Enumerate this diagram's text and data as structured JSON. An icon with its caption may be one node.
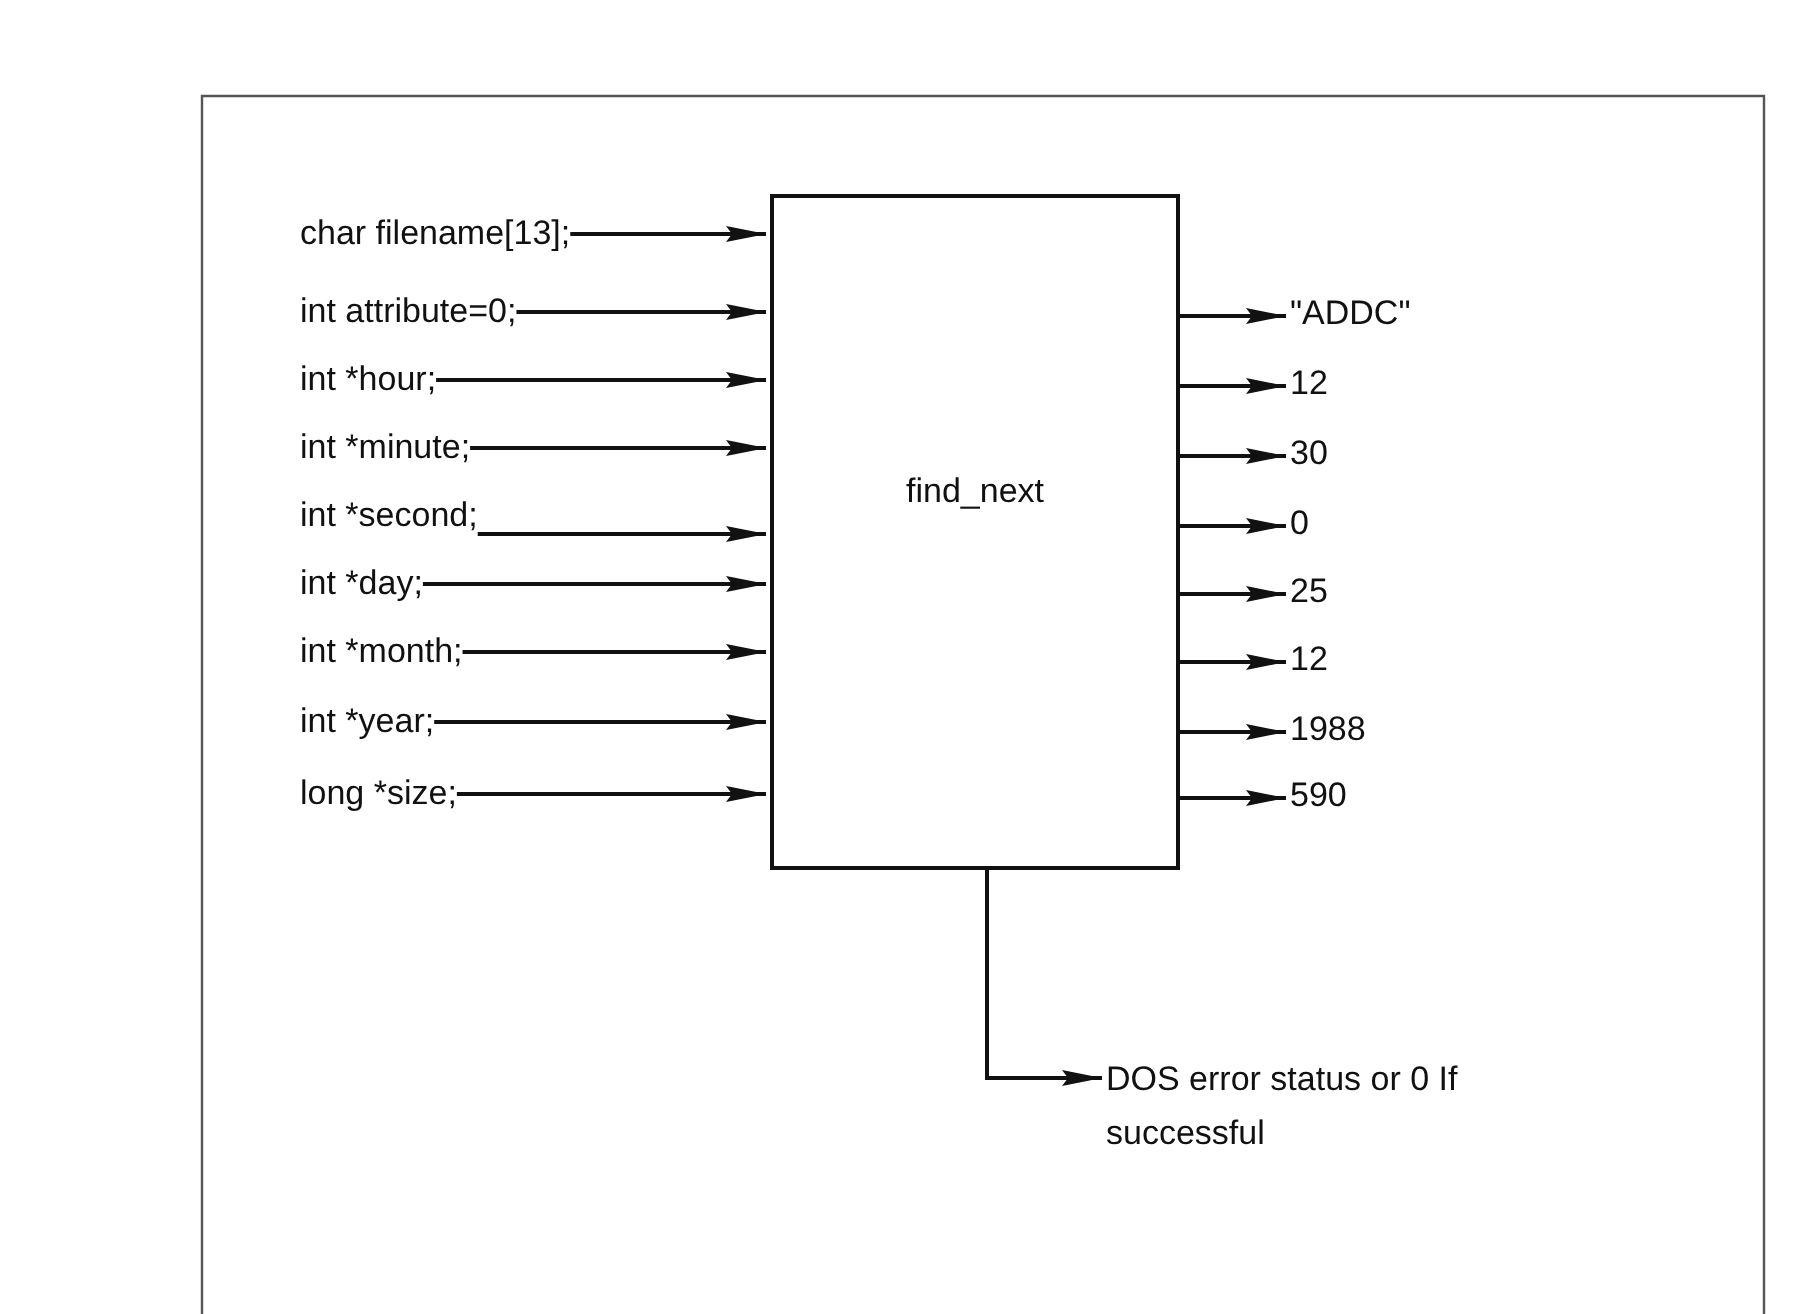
{
  "diagram": {
    "nodes": [
      {
        "text": [
          "char filename[13];"
        ]
      },
      {
        "text": [
          "int attribute=0;"
        ]
      },
      {
        "text": [
          "int *hour;"
        ]
      },
      {
        "text": [
          "int *minute;"
        ]
      },
      {
        "text": [
          "int *second;"
        ]
      },
      {
        "text": [
          "int *day;"
        ]
      },
      {
        "text": [
          "int *month;"
        ]
      },
      {
        "text": [
          "int *year;"
        ]
      },
      {
        "text": [
          "long *size;"
        ]
      },
      {
        "text": [
          "find_next"
        ]
      },
      {
        "text": [
          "\"ADDC\""
        ]
      },
      {
        "text": [
          "12"
        ]
      },
      {
        "text": [
          "30"
        ]
      },
      {
        "text": [
          "0"
        ]
      },
      {
        "text": [
          "25"
        ]
      },
      {
        "text": [
          "12"
        ]
      },
      {
        "text": [
          "1988"
        ]
      },
      {
        "text": [
          "590"
        ]
      },
      {
        "text": [
          "DOS error status or 0 If successful"
        ]
      }
    ],
    "edges": [
      {
        "from": 0,
        "to": 9,
        "arrow": "to"
      },
      {
        "from": 1,
        "to": 9,
        "arrow": "to"
      },
      {
        "from": 2,
        "to": 9,
        "arrow": "to"
      },
      {
        "from": 3,
        "to": 9,
        "arrow": "to"
      },
      {
        "from": 4,
        "to": 9,
        "arrow": "to"
      },
      {
        "from": 5,
        "to": 9,
        "arrow": "to"
      },
      {
        "from": 6,
        "to": 9,
        "arrow": "to"
      },
      {
        "from": 7,
        "to": 9,
        "arrow": "to"
      },
      {
        "from": 8,
        "to": 9,
        "arrow": "to"
      },
      {
        "from": 9,
        "to": 10,
        "arrow": "to"
      },
      {
        "from": 9,
        "to": 11,
        "arrow": "to"
      },
      {
        "from": 9,
        "to": 12,
        "arrow": "to"
      },
      {
        "from": 9,
        "to": 13,
        "arrow": "to"
      },
      {
        "from": 9,
        "to": 14,
        "arrow": "to"
      },
      {
        "from": 9,
        "to": 15,
        "arrow": "to"
      },
      {
        "from": 9,
        "to": 16,
        "arrow": "to"
      },
      {
        "from": 9,
        "to": 17,
        "arrow": "to"
      },
      {
        "from": 9,
        "to": 18,
        "arrow": "to"
      }
    ]
  }
}
